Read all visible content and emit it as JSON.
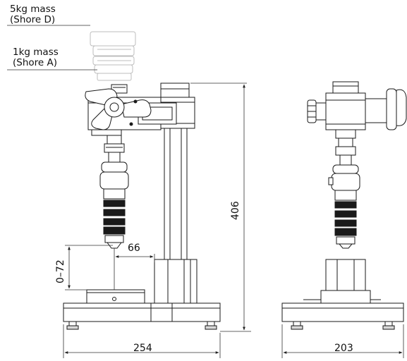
{
  "callouts": {
    "mass_5kg_line1": "5kg mass",
    "mass_5kg_line2": "(Shore D)",
    "mass_1kg_line1": "1kg mass",
    "mass_1kg_line2": "(Shore A)"
  },
  "dimensions": {
    "total_height": "406",
    "arm_reach": "66",
    "indent_gap": "0–72",
    "base_width": "254",
    "base_depth": "203"
  },
  "colors": {
    "line": "#1a1a1a",
    "dim_line": "#333333",
    "fill": "#ffffff",
    "shade": "#d8d8d8",
    "ghost": "#bdbdbd"
  }
}
